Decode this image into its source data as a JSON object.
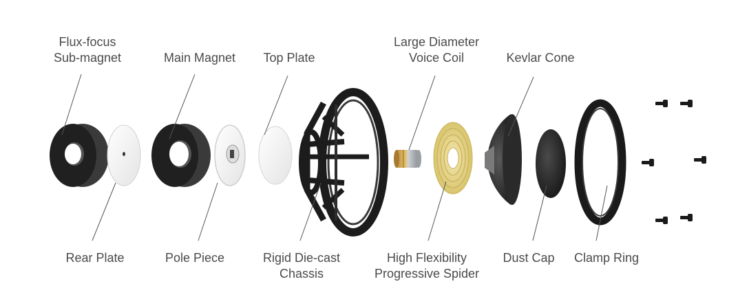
{
  "colors": {
    "background": "#ffffff",
    "label_text": "#4a4a4a",
    "leader_line": "#555555",
    "magnet": "#2a2a2a",
    "plate": "#f2f2f2",
    "chassis": "#1c1c1c",
    "spider": "#e6d58c",
    "voice_coil": "#c9a34a"
  },
  "labels_top": [
    {
      "id": "flux-focus-sub-magnet",
      "lines": [
        "Flux-focus",
        "Sub-magnet"
      ]
    },
    {
      "id": "main-magnet",
      "lines": [
        "Main Magnet"
      ]
    },
    {
      "id": "top-plate",
      "lines": [
        "Top Plate"
      ]
    },
    {
      "id": "large-diameter-voice-coil",
      "lines": [
        "Large Diameter",
        "Voice Coil"
      ]
    },
    {
      "id": "kevlar-cone",
      "lines": [
        "Kevlar Cone"
      ]
    }
  ],
  "labels_bottom": [
    {
      "id": "rear-plate",
      "lines": [
        "Rear Plate"
      ]
    },
    {
      "id": "pole-piece",
      "lines": [
        "Pole Piece"
      ]
    },
    {
      "id": "rigid-die-cast-chassis",
      "lines": [
        "Rigid Die-cast",
        "Chassis"
      ]
    },
    {
      "id": "high-flexibility-progressive-spider",
      "lines": [
        "High Flexibility",
        "Progressive Spider"
      ]
    },
    {
      "id": "dust-cap",
      "lines": [
        "Dust Cap"
      ]
    },
    {
      "id": "clamp-ring",
      "lines": [
        "Clamp Ring"
      ]
    }
  ]
}
